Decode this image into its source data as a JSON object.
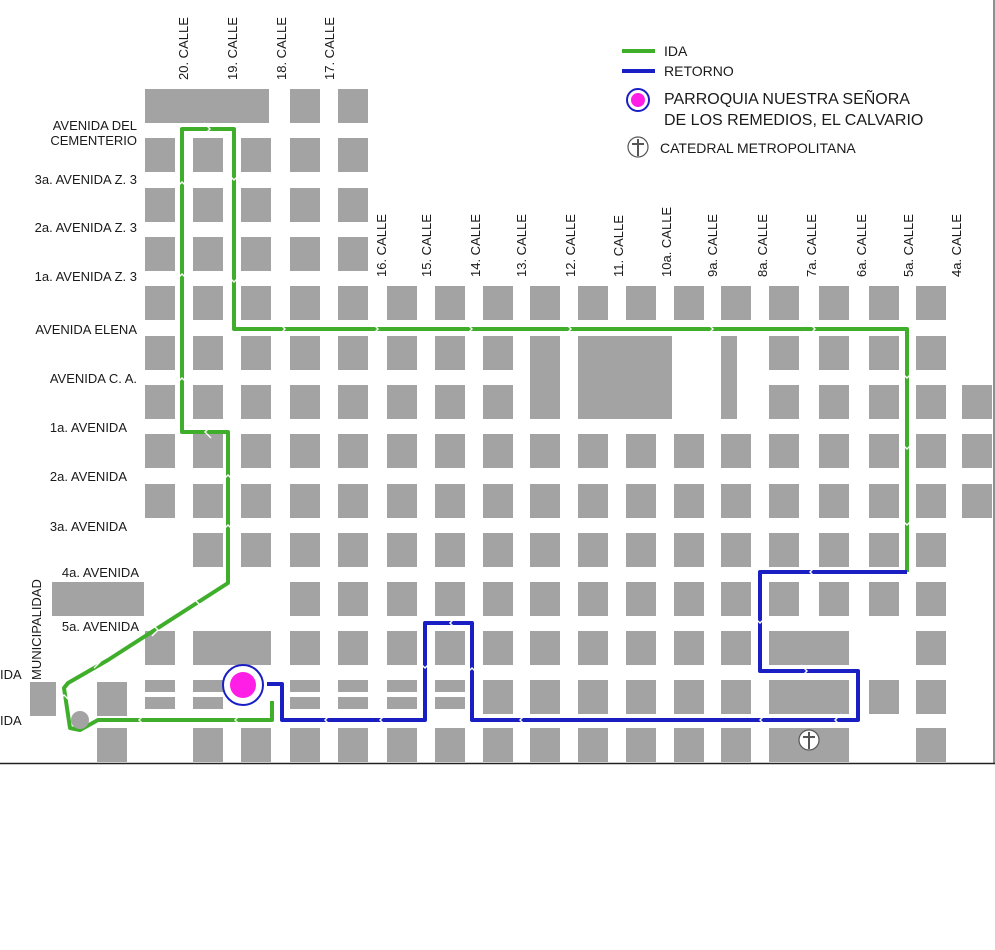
{
  "legend": {
    "ida_label": "IDA",
    "retorno_label": "RETORNO",
    "parroquia_line1": "PARROQUIA NUESTRA SEÑORA",
    "parroquia_line2": "DE LOS REMEDIOS, EL CALVARIO",
    "catedral_label": "CATEDRAL METROPOLITANA"
  },
  "colors": {
    "ida": "#3fae2a",
    "retorno": "#1a1fc4",
    "block": "#a3a3a3",
    "parroquia": "#ff1ee6",
    "border": "#222222"
  },
  "icons": {
    "parroquia": "magenta-circle-icon",
    "catedral": "cross-icon"
  },
  "streets": {
    "calles_top": [
      "20. CALLE",
      "19. CALLE",
      "18. CALLE",
      "17. CALLE"
    ],
    "calles_mid": [
      "16. CALLE",
      "15. CALLE",
      "14. CALLE",
      "13. CALLE",
      "12. CALLE",
      "11. CALLE",
      "10a. CALLE",
      "9a. CALLE",
      "8a. CALLE",
      "7a. CALLE",
      "6a. CALLE",
      "5a. CALLE",
      "4a. CALLE"
    ],
    "avenida_cementerio_line1": "AVENIDA DEL",
    "avenida_cementerio_line2": "CEMENTERIO",
    "avenidas": [
      "3a. AVENIDA Z. 3",
      "2a. AVENIDA Z. 3",
      "1a. AVENIDA Z. 3",
      "AVENIDA ELENA",
      "AVENIDA C. A.",
      "1a. AVENIDA",
      "2a. AVENIDA",
      "3a. AVENIDA",
      "4a. AVENIDA",
      "5a. AVENIDA"
    ],
    "municipalidad": "MUNICIPALIDAD",
    "ida_edge_1": "IDA",
    "ida_edge_2": "IDA"
  }
}
